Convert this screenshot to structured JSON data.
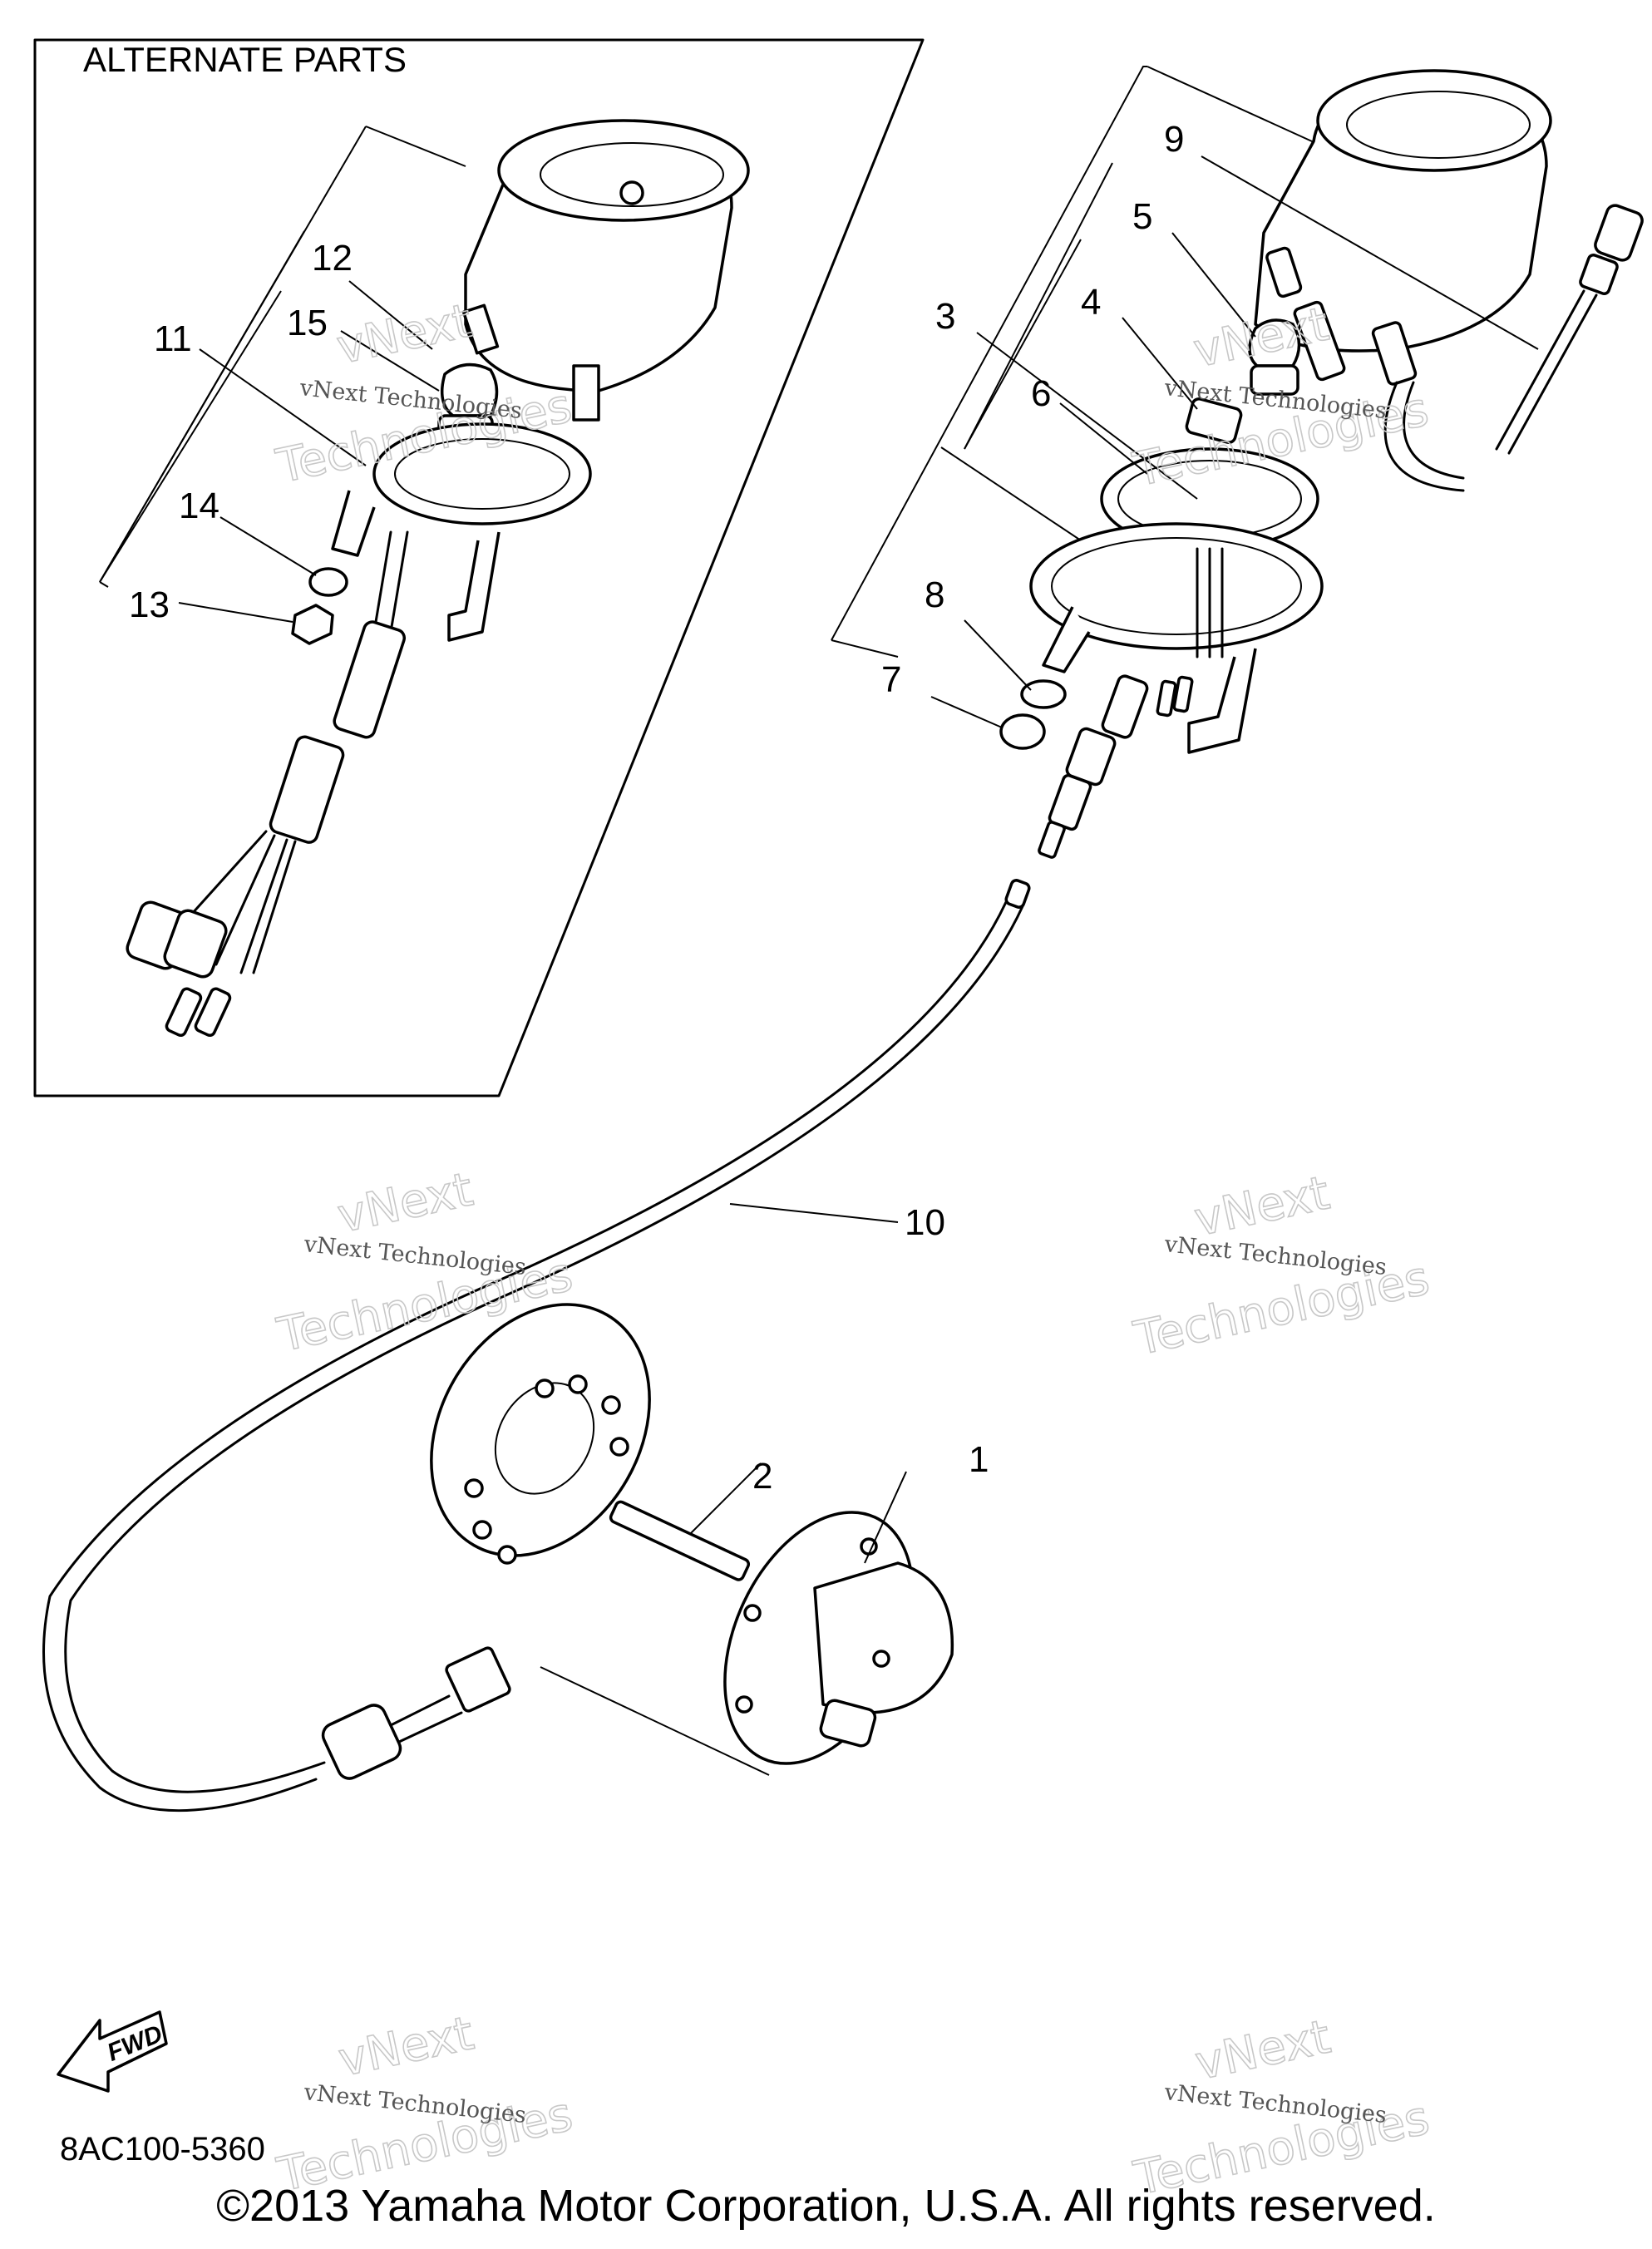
{
  "diagram": {
    "panel_title": "ALTERNATE PARTS",
    "callouts": [
      "1",
      "2",
      "3",
      "4",
      "5",
      "6",
      "7",
      "8",
      "9",
      "10",
      "11",
      "12",
      "13",
      "14",
      "15"
    ],
    "diagram_code": "8AC100-5360",
    "fwd_label": "FWD"
  },
  "watermark": {
    "small": "vNext Technologies",
    "big_top": "vNext",
    "big_bottom": "Technologies"
  },
  "footer": {
    "copyright": "©2013 Yamaha Motor Corporation, U.S.A. All rights reserved."
  }
}
